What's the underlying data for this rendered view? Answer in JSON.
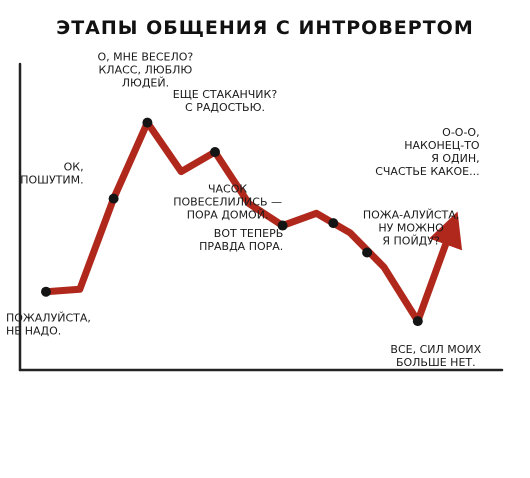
{
  "colors": {
    "line": "#b0281c",
    "line_dark": "#7e1a12",
    "axis": "#222222",
    "point": "#141414",
    "text": "#1a1a1a"
  },
  "chart_data": {
    "type": "line",
    "title": "ЭТАПЫ ОБЩЕНИЯ С ИНТРОВЕРТОМ",
    "xlabel": "",
    "ylabel": "",
    "grid": false,
    "legend": "none",
    "ylim": [
      0,
      100
    ],
    "series": [
      {
        "values": [
          {
            "x": 0,
            "y": 14
          },
          {
            "x": 1,
            "y": 15
          },
          {
            "x": 2,
            "y": 52
          },
          {
            "x": 3,
            "y": 83
          },
          {
            "x": 4,
            "y": 63
          },
          {
            "x": 5,
            "y": 71
          },
          {
            "x": 6,
            "y": 50
          },
          {
            "x": 7,
            "y": 41
          },
          {
            "x": 8,
            "y": 46
          },
          {
            "x": 9,
            "y": 38
          },
          {
            "x": 10,
            "y": 24
          },
          {
            "x": 11,
            "y": 2
          },
          {
            "x": 12,
            "y": 40
          }
        ],
        "points": [
          {
            "x": 0,
            "y": 14,
            "label": [
              "ПОЖАЛУЙСТА,",
              "НЕ НАДО."
            ]
          },
          {
            "x": 2,
            "y": 52,
            "label": [
              "ОК,",
              "ПОШУТИМ."
            ]
          },
          {
            "x": 3,
            "y": 83,
            "label": [
              "О, МНЕ ВЕСЕЛО?",
              "КЛАСС, ЛЮБЛЮ",
              "ЛЮДЕЙ."
            ]
          },
          {
            "x": 5,
            "y": 71,
            "label": [
              "ЕЩЕ СТАКАНЧИК?",
              "С РАДОСТЬЮ."
            ]
          },
          {
            "x": 7,
            "y": 41,
            "label": [
              "ЧАСОК",
              "ПОВЕСЕЛИЛИСЬ —",
              "ПОРА ДОМОЙ."
            ]
          },
          {
            "x": 8.5,
            "y": 42,
            "label": [
              "ВОТ ТЕПЕРЬ",
              "ПРАВДА ПОРА."
            ]
          },
          {
            "x": 9.5,
            "y": 30,
            "label": [
              "ПОЖА-АЛУЙСТА,",
              "НУ МОЖНО",
              "Я ПОЙДУ?"
            ]
          },
          {
            "x": 11,
            "y": 2,
            "label": [
              "ВСЕ, СИЛ МОИХ",
              "БОЛЬШЕ НЕТ."
            ]
          },
          {
            "x": 12,
            "y": 40,
            "label": [
              "О-О-О,",
              "НАКОНЕЦ-ТО",
              "Я ОДИН,",
              "СЧАСТЬЕ КАКОЕ..."
            ]
          }
        ]
      }
    ]
  }
}
